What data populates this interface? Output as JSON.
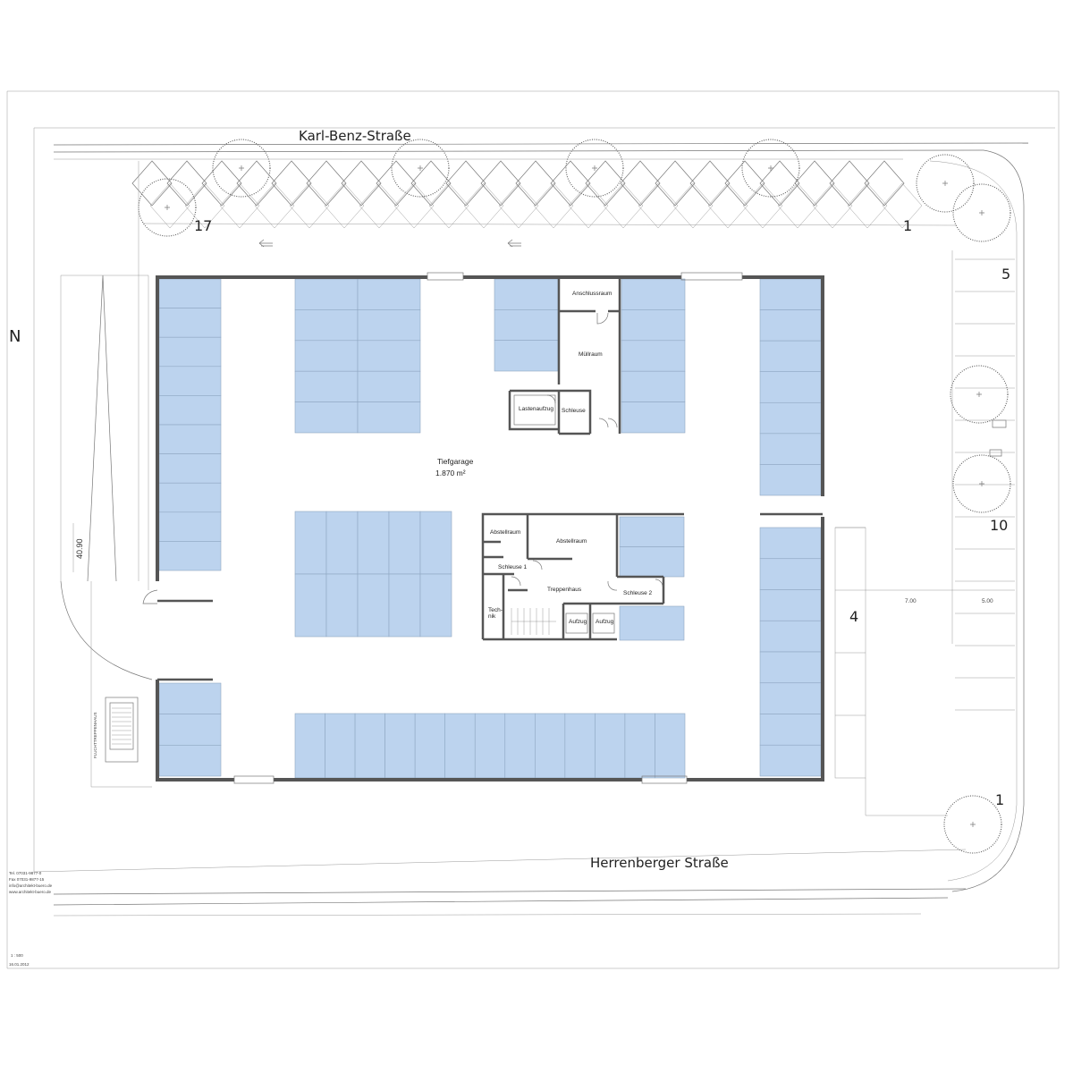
{
  "plan": {
    "streets": {
      "north": "Karl-Benz-Straße",
      "south": "Herrenberger Straße"
    },
    "north_arrow": "N",
    "parking_numbers": {
      "top_left": "17",
      "top_right": "1",
      "right_5": "5",
      "right_10": "10",
      "right_4": "4",
      "right_bottom_1": "1"
    },
    "main_area": {
      "name": "Tiefgarage",
      "area": "1.870 m²"
    },
    "rooms": {
      "anschlussraum": "Anschlussraum",
      "muellraum": "Müllraum",
      "lastenaufzug": "Lastenaufzug",
      "schleuse": "Schleuse",
      "abstellraum_1": "Abstellraum",
      "abstellraum_2": "Abstellraum",
      "schleuse_1": "Schleuse 1",
      "schleuse_2": "Schleuse 2",
      "treppenhaus": "Treppenhaus",
      "technik_1": "Tech-",
      "technik_2": "nik",
      "aufzug_1": "Aufzug",
      "aufzug_2": "Aufzug",
      "fluchttreppenhaus": "FLUCHTTREPPENHAUS"
    },
    "dimensions": {
      "length": "40.90",
      "dim_7": "7.00",
      "dim_5": "5.00"
    },
    "footer_lines": [
      "Tel. 07031-9877-0",
      "Fax 07031-9877-15",
      "info@architekt-buero.de",
      "www.architekt-buero.de",
      "1 : 500",
      "16.01.2012"
    ],
    "colors": {
      "parking": "#bcd3ee",
      "wall": "#555555"
    }
  }
}
